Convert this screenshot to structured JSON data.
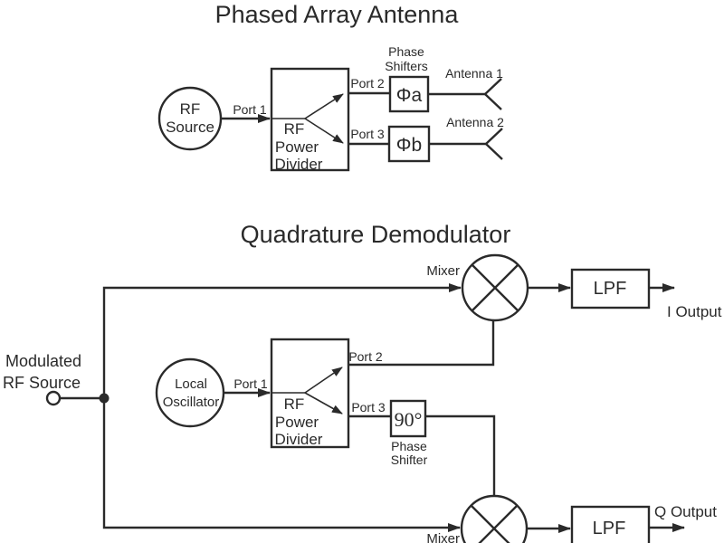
{
  "colors": {
    "line": "#2a2a2a",
    "text": "#2a2a2a",
    "background": "#ffffff"
  },
  "phased_array": {
    "title": "Phased Array Antenna",
    "rf_source": {
      "line1": "RF",
      "line2": "Source"
    },
    "port1": "Port 1",
    "divider": {
      "line1": "RF",
      "line2": "Power",
      "line3": "Divider"
    },
    "port2": "Port 2",
    "port3": "Port 3",
    "phase_shifters_caption": {
      "line1": "Phase",
      "line2": "Shifters"
    },
    "shifter_a": "Φa",
    "shifter_b": "Φb",
    "antenna1": "Antenna 1",
    "antenna2": "Antenna 2"
  },
  "quadrature": {
    "title": "Quadrature Demodulator",
    "modulated_source": {
      "line1": "Modulated",
      "line2": "RF Source"
    },
    "local_oscillator": {
      "line1": "Local",
      "line2": "Oscillator"
    },
    "port1": "Port 1",
    "divider": {
      "line1": "RF",
      "line2": "Power",
      "line3": "Divider"
    },
    "port2": "Port 2",
    "port3": "Port 3",
    "phase_shifter_90": "90°",
    "phase_shifter_caption": {
      "line1": "Phase",
      "line2": "Shifter"
    },
    "mixer_top": "Mixer",
    "mixer_bottom": "Mixer",
    "lpf_top": "LPF",
    "lpf_bottom": "LPF",
    "i_output": "I Output",
    "q_output": "Q Output"
  }
}
